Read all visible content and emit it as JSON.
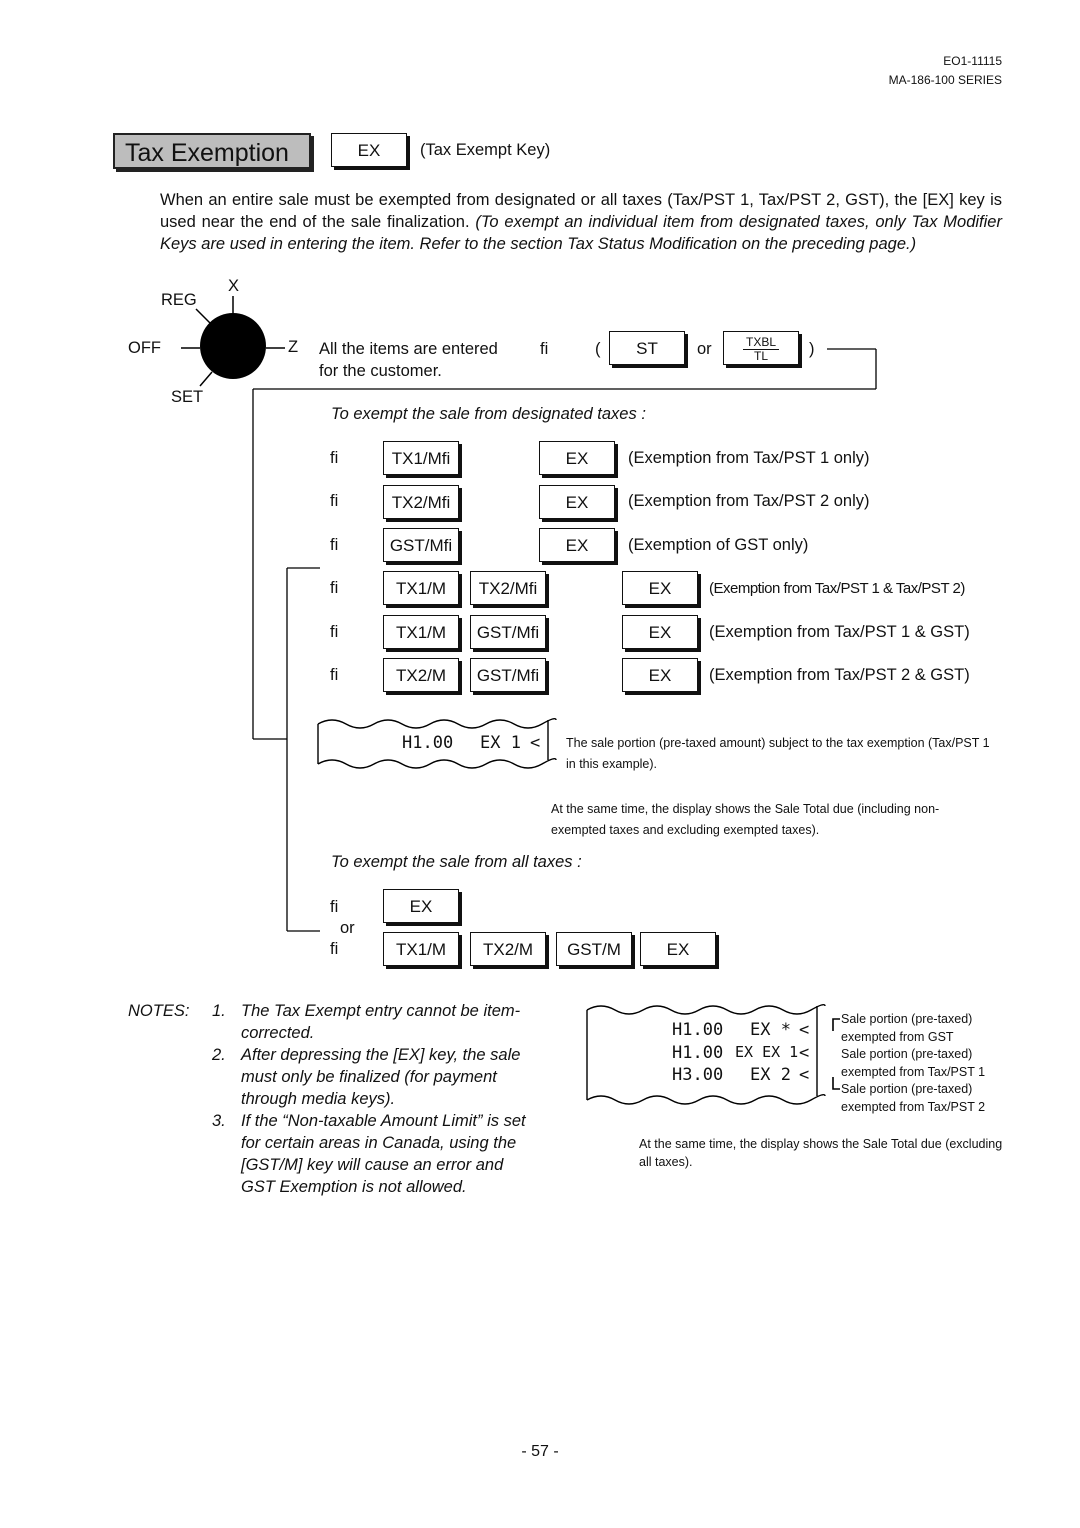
{
  "header": {
    "doc_code": "EO1-11115",
    "series": "MA-186-100 SERIES"
  },
  "section": {
    "title": "Tax Exemption",
    "key_label": "EX",
    "key_desc": "(Tax Exempt Key)"
  },
  "intro": {
    "plain": "When an entire sale must be exempted from designated or all taxes (Tax/PST 1, Tax/PST 2, GST), the [EX] key is used near the end of the sale finalization.",
    "italic": "(To exempt an individual item from designated taxes, only Tax Modifier Keys are used in entering the item. Refer to the section  Tax Status Modification       on the preceding page.)"
  },
  "mode_dial": {
    "x": "X",
    "reg": "REG",
    "off": "OFF",
    "z": "Z",
    "set": "SET"
  },
  "step1": {
    "text1": "All the items are entered",
    "arrow": "fi",
    "paren_open": "(",
    "or": "or",
    "paren_close": ")",
    "text2": "for the customer.",
    "key_st": "ST",
    "key_txbl": "TXBL",
    "key_tl": "TL"
  },
  "designated": {
    "heading": "To exempt the sale from designated taxes  :",
    "rows": [
      {
        "arrow": "fi",
        "k1": "TX1/Mfi",
        "k2": "",
        "ex": "EX",
        "desc": "(Exemption from Tax/PST 1 only)"
      },
      {
        "arrow": "fi",
        "k1": "TX2/Mfi",
        "k2": "",
        "ex": "EX",
        "desc": "(Exemption from Tax/PST 2 only)"
      },
      {
        "arrow": "fi",
        "k1": "GST/Mfi",
        "k2": "",
        "ex": "EX",
        "desc": "(Exemption of GST only)"
      },
      {
        "arrow": "fi",
        "k1": "TX1/M",
        "k2": "TX2/Mfi",
        "ex": "EX",
        "desc": "(Exemption from Tax/PST 1 & Tax/PST 2)"
      },
      {
        "arrow": "fi",
        "k1": "TX1/M",
        "k2": "GST/Mfi",
        "ex": "EX",
        "desc": "(Exemption from Tax/PST 1 & GST)"
      },
      {
        "arrow": "fi",
        "k1": "TX2/M",
        "k2": "GST/Mfi",
        "ex": "EX",
        "desc": "(Exemption from Tax/PST 2 & GST)"
      }
    ],
    "receipt": {
      "amount": "H1.00",
      "code": "EX 1",
      "mark": "<"
    },
    "receipt_note": "The sale portion (pre-taxed amount) subject to the tax exemption (Tax/PST 1 in this example).",
    "display_note": "At the same time, the display shows the Sale Total due (including non-exempted taxes and excluding exempted taxes)."
  },
  "all_taxes": {
    "heading": "To exempt the sale from all taxes :",
    "arrow1": "fi",
    "ex": "EX",
    "or": "or",
    "arrow2": "fi",
    "keys": [
      "TX1/M",
      "TX2/M",
      "GST/M",
      "EX"
    ]
  },
  "notes": {
    "label": "NOTES:",
    "items": [
      {
        "num": "1.",
        "lines": [
          "The Tax Exempt entry cannot be item-",
          "corrected."
        ]
      },
      {
        "num": "2.",
        "lines": [
          "After depressing the [EX] key, the sale",
          "must only be finalized (for payment",
          "through media keys)."
        ]
      },
      {
        "num": "3.",
        "lines": [
          "If the “Non-taxable Amount Limit” is set",
          "for certain areas in Canada, using the",
          "[GST/M] key will cause an error and",
          "GST Exemption is not allowed."
        ]
      }
    ]
  },
  "receipt2": {
    "lines": [
      {
        "amount": "H1.00",
        "code": "EX *",
        "mark": "<"
      },
      {
        "amount": "H1.00",
        "code": "EX EX 1",
        "mark": "<"
      },
      {
        "amount": "H3.00",
        "code": "EX 2",
        "mark": "<"
      }
    ],
    "labels": [
      "Sale portion (pre-taxed)",
      "exempted from GST",
      "Sale portion (pre-taxed)",
      "exempted from Tax/PST 1",
      "Sale portion (pre-taxed)",
      "exempted from Tax/PST 2"
    ],
    "display_note": "At the same time, the display shows the Sale Total due (excluding all taxes)."
  },
  "page_number": "- 57 -"
}
